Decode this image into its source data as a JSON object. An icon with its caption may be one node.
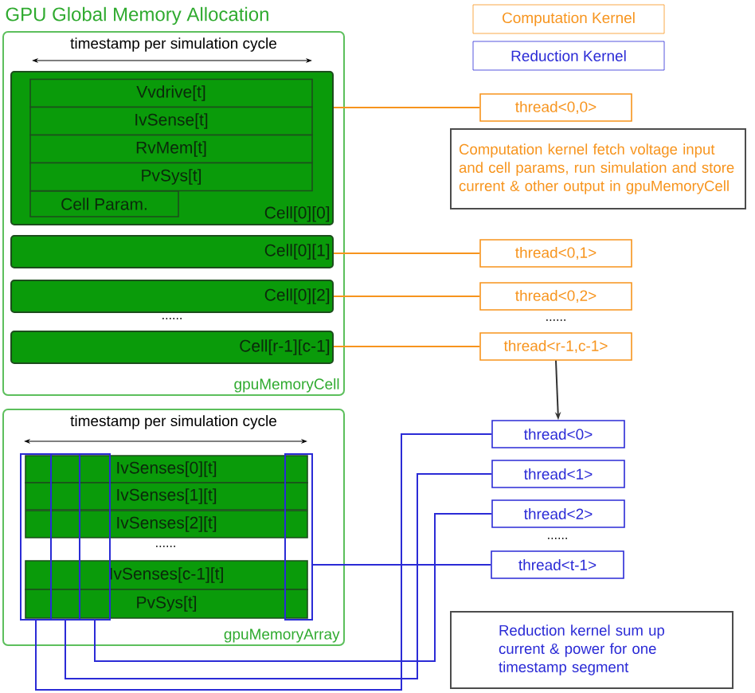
{
  "diagram": {
    "title": "GPU Global Memory Allocation",
    "nodes": [
      {
        "text": [
          "timestamp per simulation cycle",
          "gpuMemoryCell"
        ]
      },
      {
        "text": [
          "Cell[0][0]"
        ],
        "in": 0
      },
      {
        "text": [
          "Vvdrive[t]"
        ],
        "in": 1
      },
      {
        "text": [
          "IvSense[t]"
        ],
        "in": 1
      },
      {
        "text": [
          "RvMem[t]"
        ],
        "in": 1
      },
      {
        "text": [
          "PvSys[t]"
        ],
        "in": 1
      },
      {
        "text": [
          "Cell Param."
        ],
        "in": 1
      },
      {
        "text": [
          "Cell[0][1]"
        ],
        "in": 0
      },
      {
        "text": [
          "Cell[0][2]"
        ],
        "in": 0
      },
      {
        "text": [
          "Cell[r-1][c-1]"
        ],
        "in": 0
      },
      {
        "text": [
          "timestamp per simulation cycle",
          "gpuMemoryArray"
        ]
      },
      {
        "text": [
          "IvSenses[0][t]"
        ],
        "in": 10
      },
      {
        "text": [
          "IvSenses[1][t]"
        ],
        "in": 10
      },
      {
        "text": [
          "IvSenses[2][t]"
        ],
        "in": 10
      },
      {
        "text": [
          "IvSenses[c-1][t]"
        ],
        "in": 10
      },
      {
        "text": [
          "PvSys[t]"
        ],
        "in": 10
      },
      {
        "text": [],
        "shape": "box",
        "in": 10
      },
      {
        "text": [],
        "shape": "box",
        "in": 10
      },
      {
        "text": [],
        "shape": "box",
        "in": 10
      },
      {
        "text": [],
        "shape": "box",
        "in": 10
      },
      {
        "text": [
          "thread<0,0>"
        ]
      },
      {
        "text": [
          "Computation kernel fetch voltage input and cell params, run simulation and store current & other output in gpuMemoryCell"
        ]
      },
      {
        "text": [
          "thread<0,1>"
        ]
      },
      {
        "text": [
          "thread<0,2>"
        ]
      },
      {
        "text": [
          "thread<r-1,c-1>"
        ]
      },
      {
        "text": [
          "thread<0>"
        ]
      },
      {
        "text": [
          "thread<1>"
        ]
      },
      {
        "text": [
          "thread<2>"
        ]
      },
      {
        "text": [
          "thread<t-1>"
        ]
      },
      {
        "text": [
          "Reduction kernel sum up current & power for one timestamp segment"
        ]
      }
    ],
    "edges": [
      {
        "from": 1,
        "to": 20,
        "arrow": "none",
        "color": "#f7941d"
      },
      {
        "from": 7,
        "to": 22,
        "arrow": "none",
        "color": "#f7941d"
      },
      {
        "from": 8,
        "to": 23,
        "arrow": "none",
        "color": "#f7941d"
      },
      {
        "from": 9,
        "to": 24,
        "arrow": "none",
        "color": "#f7941d"
      },
      {
        "from": 24,
        "to": 25,
        "arrow": "to",
        "color": "#333333"
      },
      {
        "from": 16,
        "to": 25,
        "arrow": "none",
        "color": "#2b2bd6"
      },
      {
        "from": 17,
        "to": 26,
        "arrow": "none",
        "color": "#2b2bd6"
      },
      {
        "from": 18,
        "to": 27,
        "arrow": "none",
        "color": "#2b2bd6"
      },
      {
        "from": 19,
        "to": 28,
        "arrow": "none",
        "color": "#2b2bd6"
      }
    ],
    "labels": [
      "......",
      "......",
      "......",
      "......"
    ],
    "legend": [
      {
        "text": "Computation Kernel",
        "color": "#f7941d"
      },
      {
        "text": "Reduction Kernel",
        "color": "#2b2bd6"
      }
    ]
  }
}
